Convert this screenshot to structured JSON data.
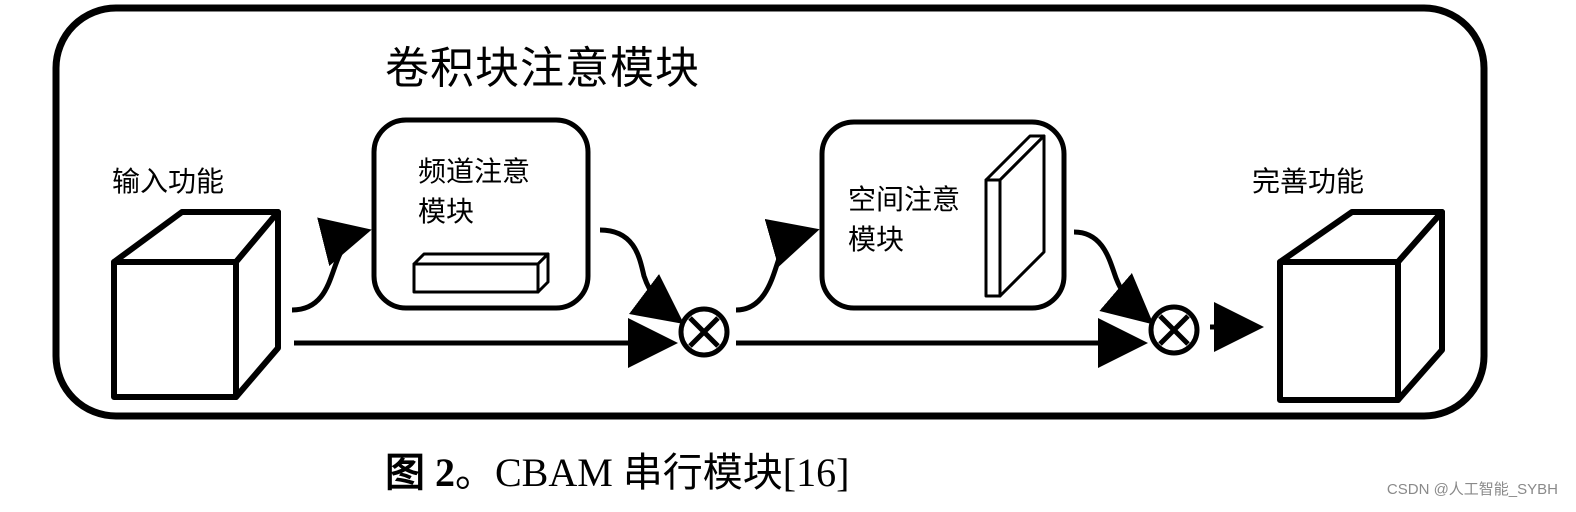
{
  "diagram": {
    "title": "卷积块注意模块",
    "input_label": "输入功能",
    "channel_module_label_line1": "频道注意",
    "channel_module_label_line2": "模块",
    "spatial_module_label_line1": "空间注意",
    "spatial_module_label_line2": "模块",
    "output_label": "完善功能"
  },
  "caption": {
    "figure": "图 2",
    "rest": "。CBAM 串行模块[16]"
  },
  "watermark": "CSDN @人工智能_SYBH"
}
